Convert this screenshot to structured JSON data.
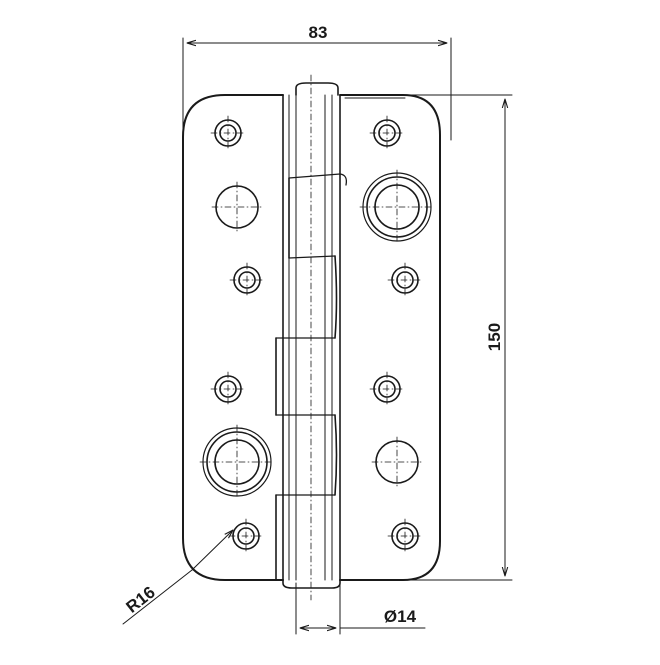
{
  "drawing": {
    "type": "technical-drawing",
    "subject": "hinge",
    "dimensions": {
      "width": "83",
      "height": "150",
      "radius": "R16",
      "pin_diameter": "Ø14"
    }
  }
}
